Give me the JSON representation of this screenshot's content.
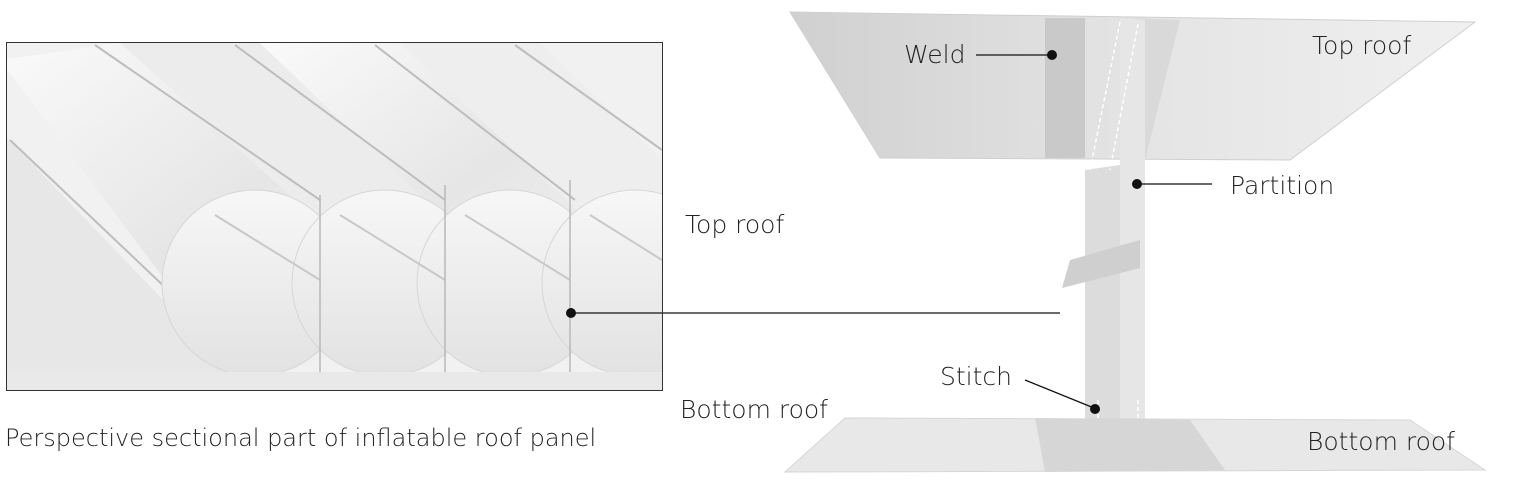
{
  "left_panel": {
    "label_top_roof": "Top roof",
    "label_bottom_roof": "Bottom roof",
    "caption": "Perspective sectional part of inflatable roof panel"
  },
  "right_model": {
    "label_weld": "Weld",
    "label_top_roof": "Top roof",
    "label_partition": "Partition",
    "label_stitch": "Stitch",
    "label_bottom_roof": "Bottom roof"
  },
  "colors": {
    "line": "#111111",
    "surface_light": "#f2f2f2",
    "surface_mid": "#d8d8d8",
    "surface_dark": "#c4c4c4"
  }
}
